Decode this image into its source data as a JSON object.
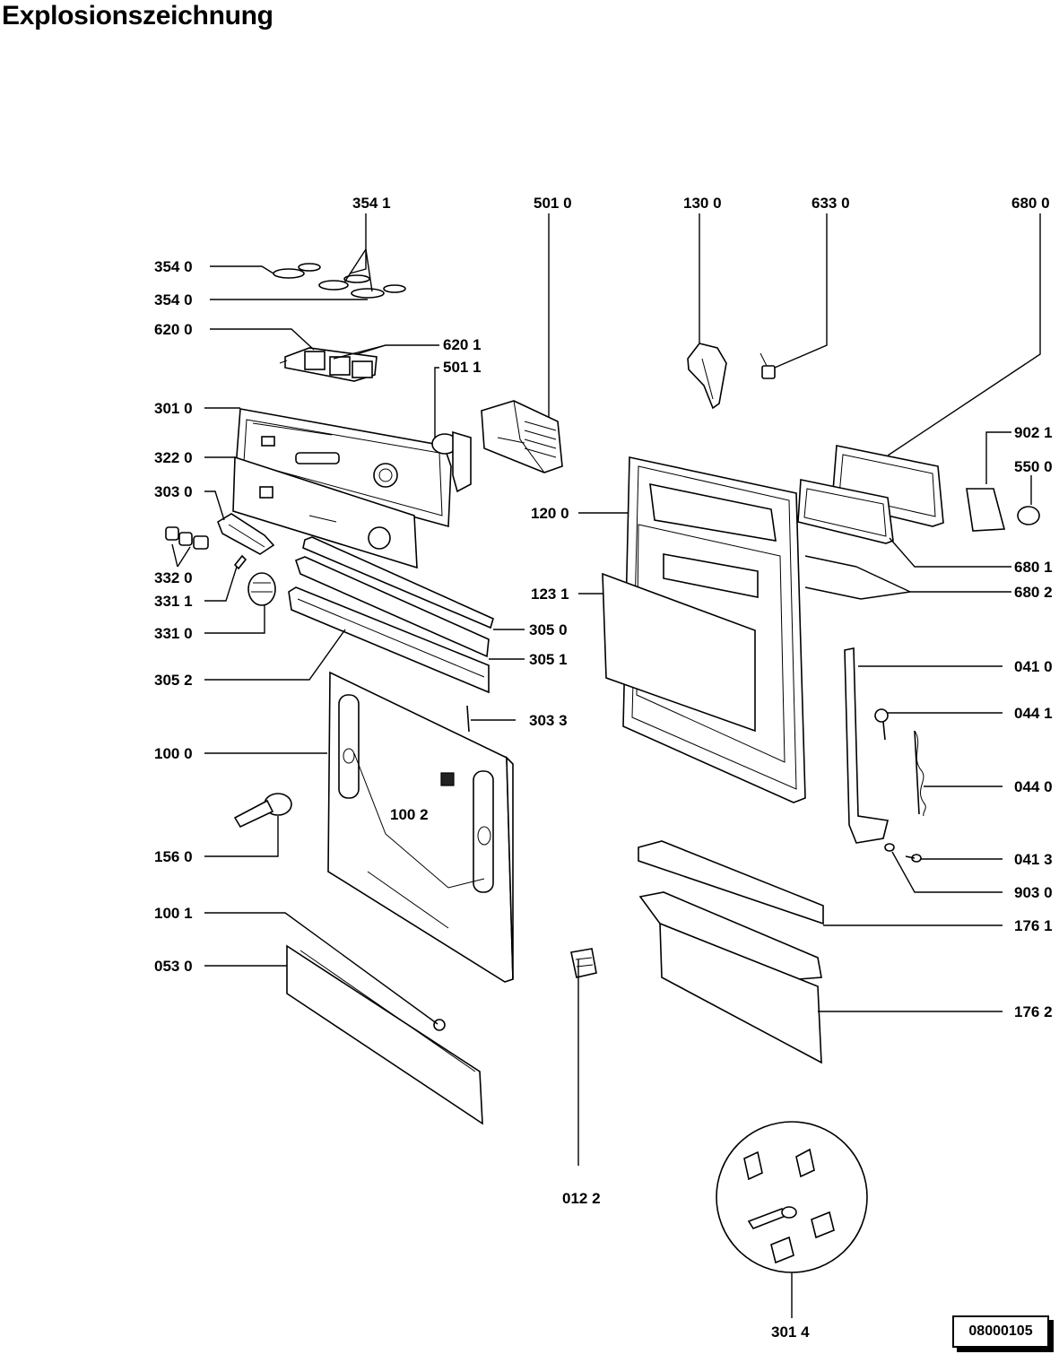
{
  "title": "Explosionszeichnung",
  "doc_number": "08000105",
  "labels": {
    "p3541": "354 1",
    "p5010": "501 0",
    "p1300": "130 0",
    "p6330": "633 0",
    "p6800": "680 0",
    "p3540a": "354 0",
    "p3540b": "354 0",
    "p6200": "620 0",
    "p6201": "620 1",
    "p5011": "501 1",
    "p3010": "301 0",
    "p3220": "322 0",
    "p3030": "303 0",
    "p3320": "332 0",
    "p3311": "331 1",
    "p3310": "331 0",
    "p3052": "305 2",
    "p3050": "305 0",
    "p3051": "305 1",
    "p3033": "303 3",
    "p1000": "100 0",
    "p1002": "100 2",
    "p1560": "156 0",
    "p1001": "100 1",
    "p0530": "053 0",
    "p0122": "012 2",
    "p3014": "301 4",
    "p1200": "120 0",
    "p1231": "123 1",
    "p9021": "902 1",
    "p5500": "550 0",
    "p6801": "680 1",
    "p6802": "680 2",
    "p0410": "041 0",
    "p0441": "044 1",
    "p0440": "044 0",
    "p0413": "041 3",
    "p9030": "903 0",
    "p1761": "176 1",
    "p1762": "176 2"
  }
}
